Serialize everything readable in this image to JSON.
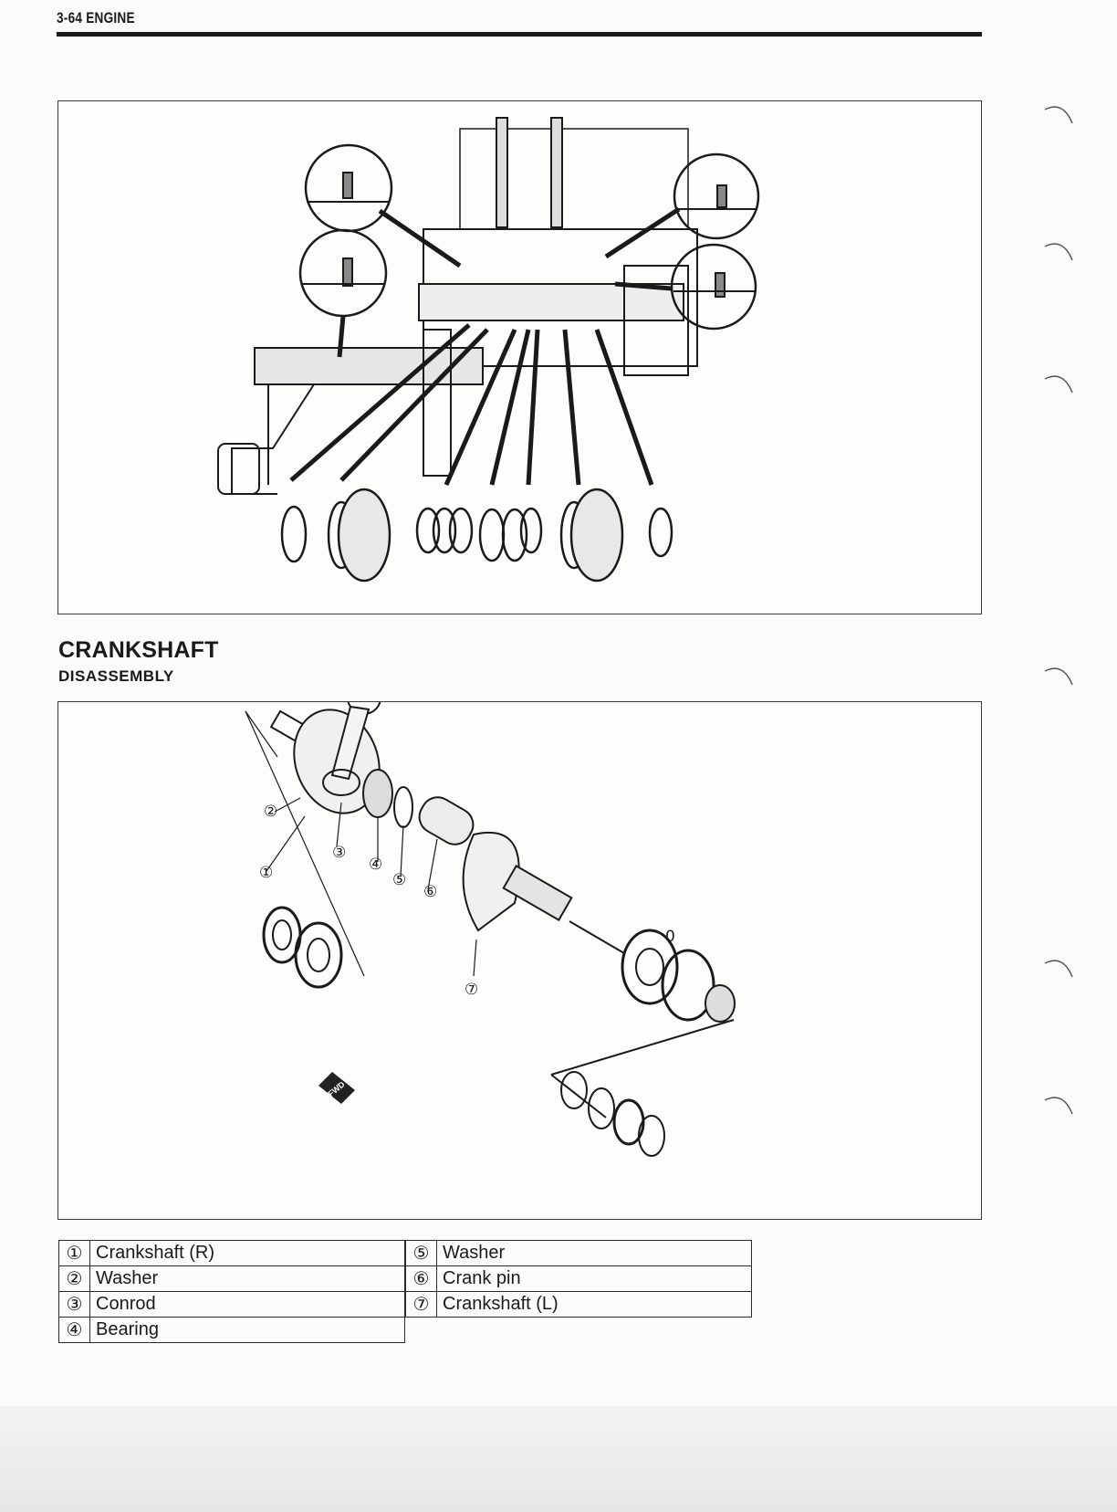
{
  "header": {
    "text": "3-64   ENGINE"
  },
  "section": {
    "title": "CRANKSHAFT",
    "subtitle": "DISASSEMBLY"
  },
  "callouts": [
    "①",
    "②",
    "③",
    "④",
    "⑤",
    "⑥",
    "⑦"
  ],
  "parts_left": [
    {
      "num": "①",
      "name": "Crankshaft (R)"
    },
    {
      "num": "②",
      "name": "Washer"
    },
    {
      "num": "③",
      "name": "Conrod"
    },
    {
      "num": "④",
      "name": "Bearing"
    }
  ],
  "parts_right": [
    {
      "num": "⑤",
      "name": "Washer"
    },
    {
      "num": "⑥",
      "name": "Crank pin"
    },
    {
      "num": "⑦",
      "name": "Crankshaft (L)"
    }
  ],
  "fwd_label": "FWD",
  "stray_mark": "0"
}
